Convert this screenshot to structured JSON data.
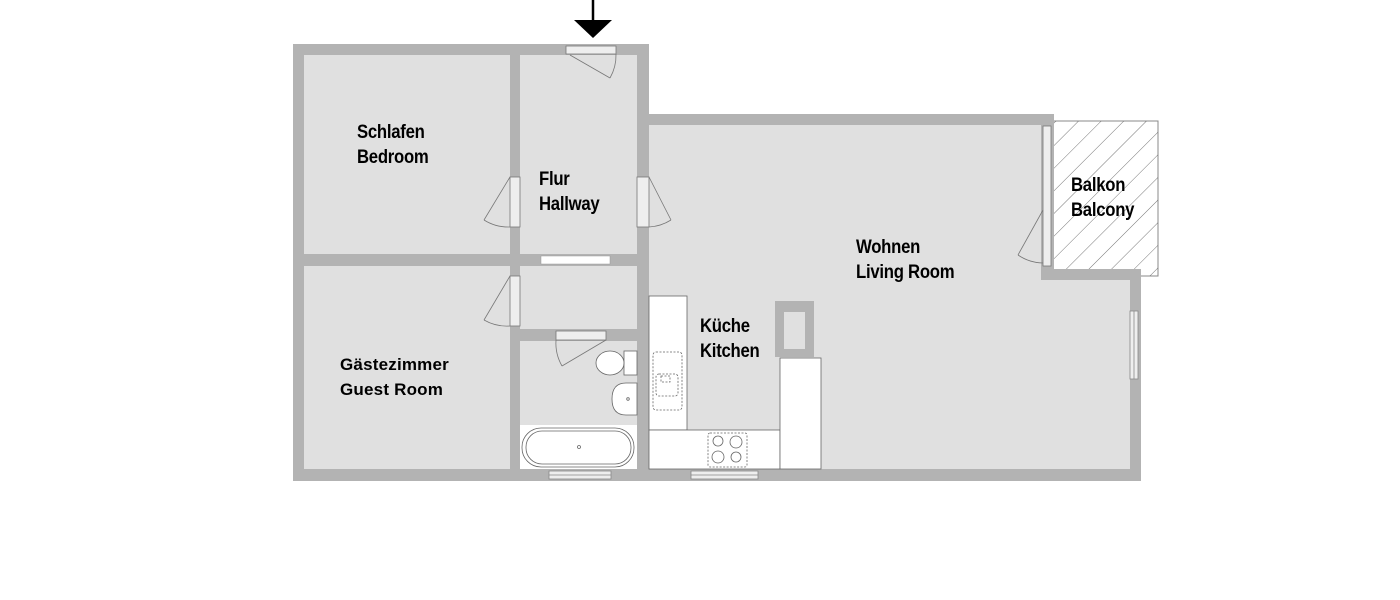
{
  "floorplan": {
    "entrance_marker": "entrance-arrow",
    "colors": {
      "wall": "#b3b3b3",
      "floor": "#e0e0e0",
      "fixture": "#ffffff",
      "line": "#666666",
      "text": "#000000"
    },
    "rooms": [
      {
        "id": "bedroom",
        "german": "Schlafen",
        "english": "Bedroom"
      },
      {
        "id": "hallway",
        "german": "Flur",
        "english": "Hallway"
      },
      {
        "id": "guest-room",
        "german": "Gästezimmer",
        "english": "Guest Room"
      },
      {
        "id": "kitchen",
        "german": "Küche",
        "english": "Kitchen"
      },
      {
        "id": "living-room",
        "german": "Wohnen",
        "english": "Living Room"
      },
      {
        "id": "balcony",
        "german": "Balkon",
        "english": "Balcony"
      }
    ]
  }
}
